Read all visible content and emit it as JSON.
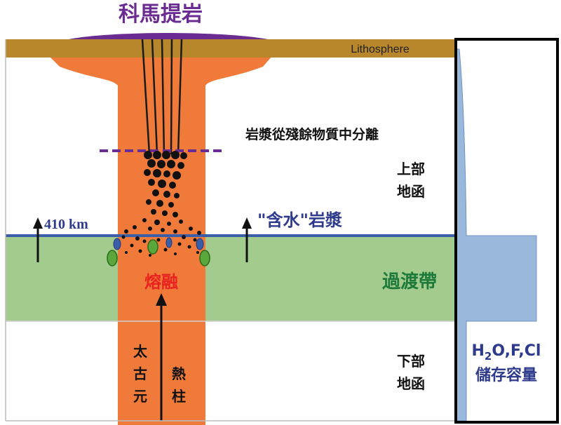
{
  "title": "科馬提岩",
  "lithosphere_label": "Lithosphere",
  "separation_label": "岩漿從殘餘物質中分離",
  "upper_mantle": [
    "上部",
    "地函"
  ],
  "depth_label": "410 km",
  "hydrous_magma_label": "\"含水\"岩漿",
  "transition_zone_label": "過渡帶",
  "melting_label": "熔融",
  "lower_mantle": [
    "下部",
    "地函"
  ],
  "plume_left": [
    "太",
    "古",
    "元"
  ],
  "plume_right": [
    "熱",
    "柱"
  ],
  "storage_line1": "H2O,F,Cl",
  "storage_line2": "儲存容量",
  "colors": {
    "title": "#6b2c91",
    "plume": "#f07a3a",
    "lithosphere": "#b8862b",
    "transition_zone": "#a2cb8d",
    "storage": "#9ab8dc",
    "boundary": "#3a5ea8",
    "melting": "#e8231f",
    "transition_text": "#1d7a3a",
    "magma_text": "#2e3a8c"
  }
}
